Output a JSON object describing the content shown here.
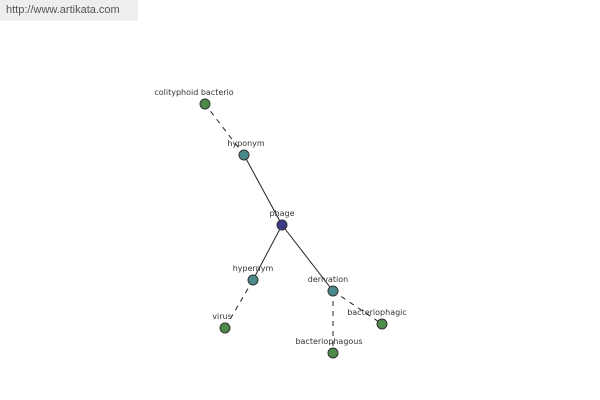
{
  "watermark": {
    "text": "http://www.artikata.com"
  },
  "colors": {
    "background": "#ffffff",
    "watermark_bg": "#eeeeee",
    "edge": "#222222",
    "center_node": "#3b3b8c",
    "relation_node": "#4a8a8a",
    "term_node": "#4e8a4a"
  },
  "graph": {
    "nodes": {
      "phage": {
        "label": "phage",
        "kind": "center"
      },
      "hyponym": {
        "label": "hyponym",
        "kind": "relation"
      },
      "hypernym": {
        "label": "hypernym",
        "kind": "relation"
      },
      "derivation": {
        "label": "derivation",
        "kind": "relation"
      },
      "colityphoid": {
        "label": "colityphoid bacterio",
        "kind": "term"
      },
      "virus": {
        "label": "virus",
        "kind": "term"
      },
      "bacteriophagic": {
        "label": "bacteriophagic",
        "kind": "term"
      },
      "bacteriophagous": {
        "label": "bacteriophagous",
        "kind": "term"
      }
    },
    "edges": [
      {
        "from": "phage",
        "to": "hyponym",
        "style": "solid"
      },
      {
        "from": "phage",
        "to": "hypernym",
        "style": "solid"
      },
      {
        "from": "phage",
        "to": "derivation",
        "style": "solid"
      },
      {
        "from": "hyponym",
        "to": "colityphoid",
        "style": "dashed"
      },
      {
        "from": "hypernym",
        "to": "virus",
        "style": "dashed"
      },
      {
        "from": "derivation",
        "to": "bacteriophagic",
        "style": "dashed"
      },
      {
        "from": "derivation",
        "to": "bacteriophagous",
        "style": "dashed"
      }
    ]
  }
}
